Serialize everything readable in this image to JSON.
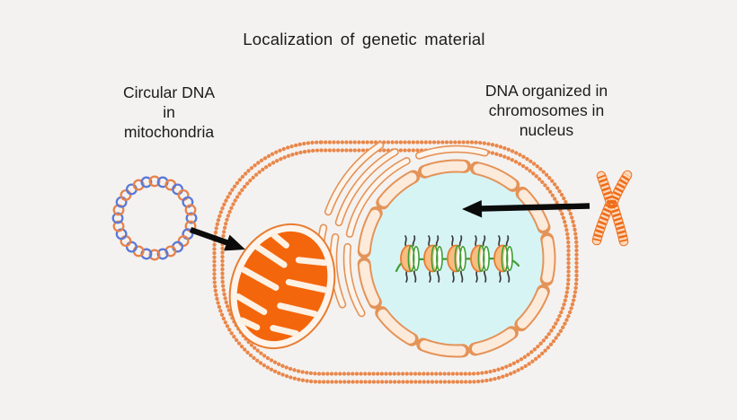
{
  "title": "Localization of genetic material",
  "annotations": {
    "mitochondria_label": "Circular DNA\nin\nmitochondria",
    "nucleus_label": "DNA organized in\nchromosomes in\nnucleus"
  },
  "colors": {
    "background": "#f4f2f0",
    "text": "#1b1b1b",
    "membrane_orange": "#e9874a",
    "outline_orange": "#e87c30",
    "organelle_orange": "#f4660b",
    "envelope_fill": "#fceadb",
    "envelope_outline": "#e49358",
    "er_fill": "#fdf4ec",
    "nucleus_fill": "#d7f4f5",
    "dna_green": "#3f9e37",
    "plasmid_blue": "#5b79d6",
    "plasmid_orange": "#e8824a",
    "nucleosome_fill": "#f8bd80",
    "chromosome_orange": "#ef6c1a",
    "chromosome_light": "#fbd9bc",
    "arrow_black": "#0b0b0b"
  }
}
